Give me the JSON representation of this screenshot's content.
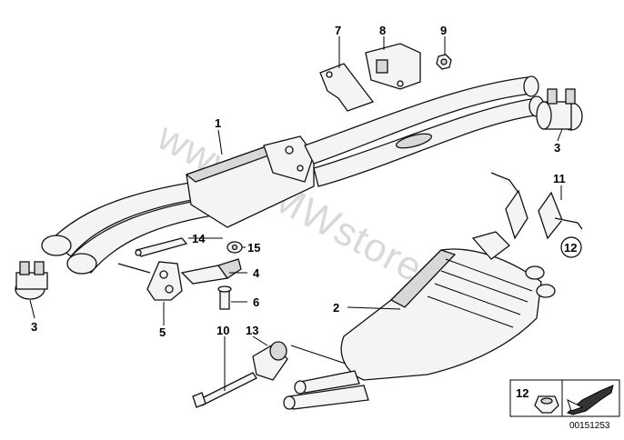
{
  "watermark": "www.BMWstore.pl",
  "callouts": [
    {
      "id": "1",
      "label": "1"
    },
    {
      "id": "2",
      "label": "2"
    },
    {
      "id": "3a",
      "label": "3"
    },
    {
      "id": "3b",
      "label": "3"
    },
    {
      "id": "4",
      "label": "4"
    },
    {
      "id": "5",
      "label": "5"
    },
    {
      "id": "6",
      "label": "6"
    },
    {
      "id": "7",
      "label": "7"
    },
    {
      "id": "8",
      "label": "8"
    },
    {
      "id": "9",
      "label": "9"
    },
    {
      "id": "10",
      "label": "10"
    },
    {
      "id": "11",
      "label": "11"
    },
    {
      "id": "12",
      "label": "12"
    },
    {
      "id": "13",
      "label": "13"
    },
    {
      "id": "14",
      "label": "14"
    },
    {
      "id": "15",
      "label": "15"
    }
  ],
  "inset": {
    "label": "12"
  },
  "reference_number": "00151253"
}
